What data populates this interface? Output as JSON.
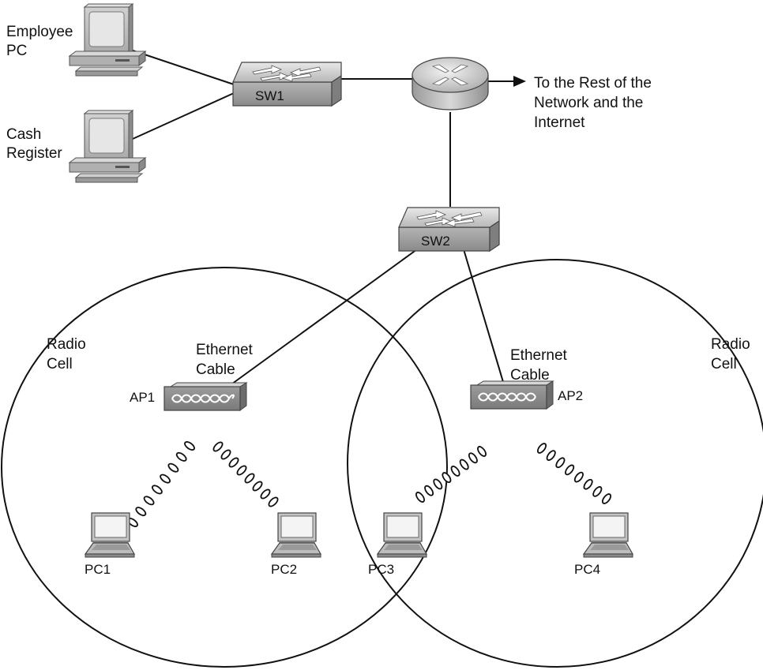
{
  "devices": {
    "employee_pc": {
      "label_lines": [
        "Employee",
        "PC"
      ],
      "icon": "desktop-pc-icon"
    },
    "cash_register": {
      "label_lines": [
        "Cash",
        "Register"
      ],
      "icon": "desktop-pc-icon"
    },
    "sw1": {
      "label": "SW1",
      "icon": "switch-icon"
    },
    "sw2": {
      "label": "SW2",
      "icon": "switch-icon"
    },
    "router": {
      "icon": "router-icon"
    },
    "ap1": {
      "label": "AP1",
      "icon": "access-point-icon"
    },
    "ap2": {
      "label": "AP2",
      "icon": "access-point-icon"
    },
    "pc1": {
      "label": "PC1",
      "icon": "laptop-icon"
    },
    "pc2": {
      "label": "PC2",
      "icon": "laptop-icon"
    },
    "pc3": {
      "label": "PC3",
      "icon": "laptop-icon"
    },
    "pc4": {
      "label": "PC4",
      "icon": "laptop-icon"
    }
  },
  "annotations": {
    "internet_lines": [
      "To the Rest of the",
      "Network and the",
      "Internet"
    ],
    "radio_cell_left": [
      "Radio",
      "Cell"
    ],
    "radio_cell_right": [
      "Radio",
      "Cell"
    ],
    "ethernet_cable_left": [
      "Ethernet",
      "Cable"
    ],
    "ethernet_cable_right": [
      "Ethernet",
      "Cable"
    ]
  },
  "colors": {
    "line": "#111111",
    "device_light": "#d4d4d4",
    "device_dark": "#8c8c8c",
    "background": "#ffffff"
  }
}
